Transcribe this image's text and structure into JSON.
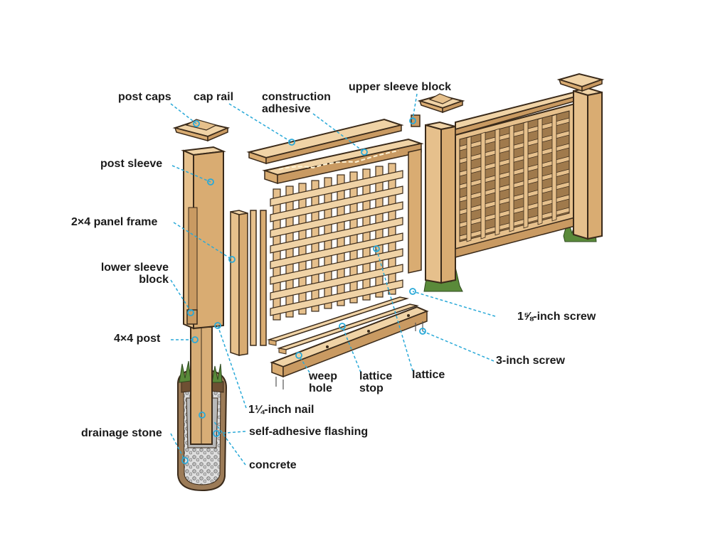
{
  "labels": {
    "post_caps": "post caps",
    "cap_rail": "cap rail",
    "construction_adhesive_line1": "construction",
    "construction_adhesive_line2": "adhesive",
    "upper_sleeve_block": "upper sleeve block",
    "post_sleeve": "post sleeve",
    "panel_frame": "2×4 panel frame",
    "lower_sleeve_block_line1": "lower sleeve",
    "lower_sleeve_block_line2": "block",
    "post_4x4": "4×4 post",
    "screw_1_5_8": "1⅝-inch screw",
    "screw_3": "3-inch screw",
    "weep_hole_line1": "weep",
    "weep_hole_line2": "hole",
    "lattice_stop_line1": "lattice",
    "lattice_stop_line2": "stop",
    "lattice": "lattice",
    "nail_1_1_4": "1¼-inch nail",
    "flashing": "self-adhesive flashing",
    "drainage_stone": "drainage stone",
    "concrete": "concrete"
  },
  "colors": {
    "wood": "#e6c08c",
    "wood_light": "#f0d3a6",
    "wood_dark": "#c99a62",
    "outline": "#3a2a1a",
    "leader": "#29a9d8",
    "soil": "#8b6a4a",
    "gravel": "#cfcfcf",
    "grass": "#5a8a3a"
  }
}
